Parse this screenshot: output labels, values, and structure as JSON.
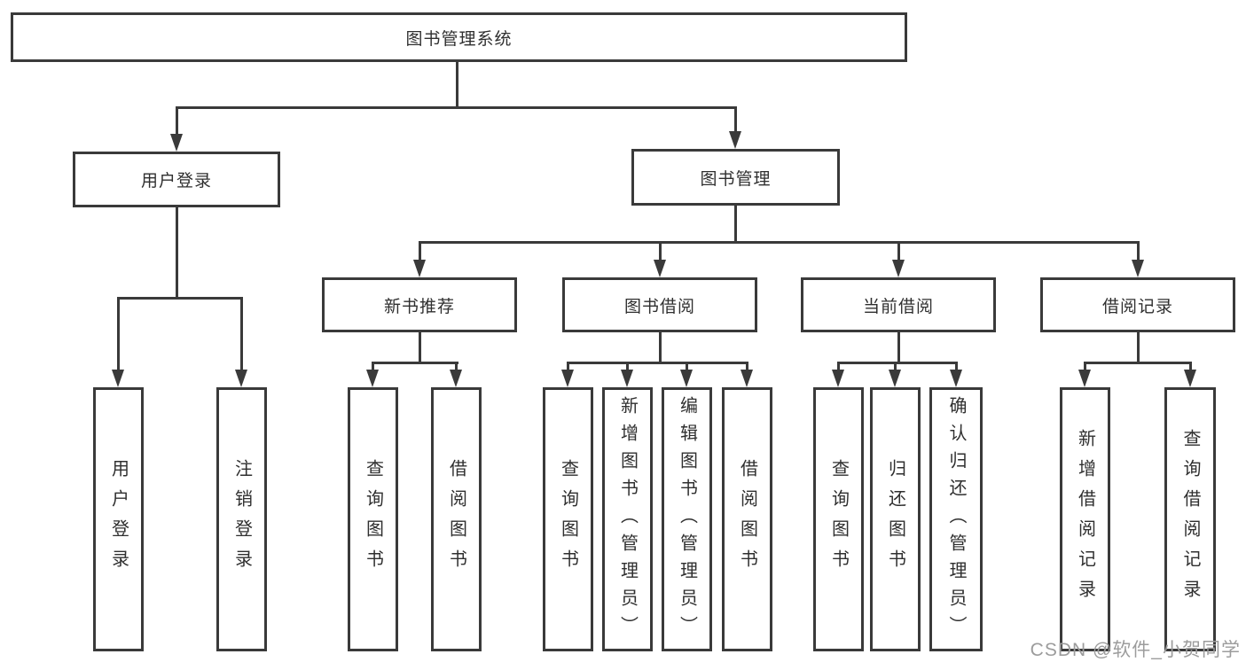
{
  "diagram_title": "图书管理系统",
  "watermark": "CSDN @软件_小贺同学",
  "colors": {
    "line": "#3a3a3a",
    "text": "#2f2f2f",
    "box_bg": "#ffffff",
    "watermark": "#9c9c9c",
    "background": "#ffffff"
  },
  "tree": {
    "root": {
      "label": "图书管理系统"
    },
    "branches": [
      {
        "label": "用户登录",
        "children": [
          {
            "label": "用户登录"
          },
          {
            "label": "注销登录"
          }
        ]
      },
      {
        "label": "图书管理",
        "children": [
          {
            "label": "新书推荐",
            "children": [
              {
                "label": "查询图书"
              },
              {
                "label": "借阅图书"
              }
            ]
          },
          {
            "label": "图书借阅",
            "children": [
              {
                "label": "查询图书"
              },
              {
                "label": "新增图书（管理员）"
              },
              {
                "label": "编辑图书（管理员）"
              },
              {
                "label": "借阅图书"
              }
            ]
          },
          {
            "label": "当前借阅",
            "children": [
              {
                "label": "查询图书"
              },
              {
                "label": "归还图书"
              },
              {
                "label": "确认归还（管理员）"
              }
            ]
          },
          {
            "label": "借阅记录",
            "children": [
              {
                "label": "新增借阅记录"
              },
              {
                "label": "查询借阅记录"
              }
            ]
          }
        ]
      }
    ]
  }
}
